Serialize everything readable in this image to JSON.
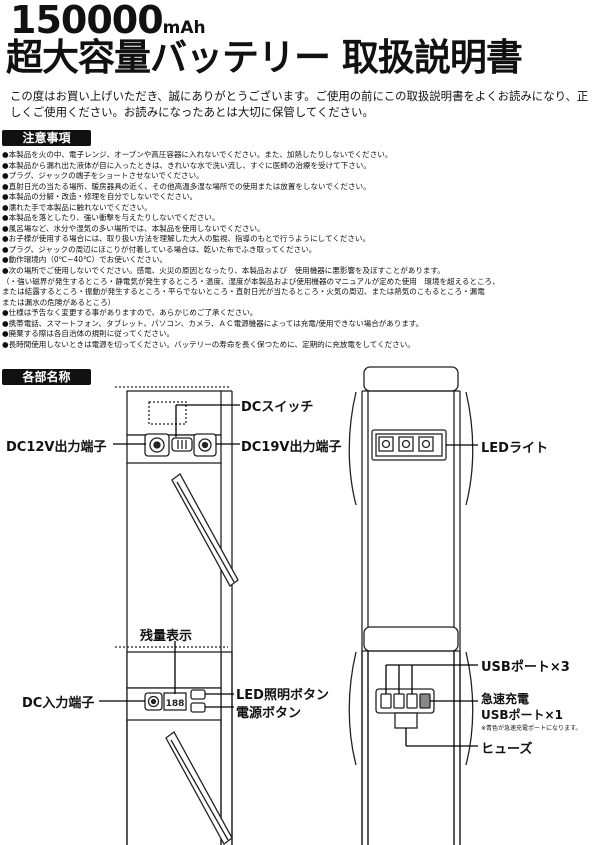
{
  "header": {
    "capacity": "150000",
    "unit": "mAh",
    "title": "超大容量バッテリー 取扱説明書"
  },
  "intro": "この度はお買い上げいただき、誠にありがとうございます。ご使用の前にこの取扱説明書をよくお読みになり、正しくご使用ください。お読みになったあとは大切に保管してください。",
  "sections": {
    "cautions": "注意事項",
    "parts": "各部名称"
  },
  "cautions": [
    "本製品を火の中、電子レンジ、オーブンや高圧容器に入れないでください。また、加熱したりしないでください。",
    "本製品から漏れ出た液体が目に入ったときは、きれいな水で洗い流し、すぐに医師の治療を受けて下さい。",
    "プラグ、ジャックの端子をショートさせないでください。",
    "直射日光の当たる場所、暖房器具の近く、その他高温多湿な場所での使用または放置をしないでください。",
    "本製品の分解・改造・修理を自分でしないでください。",
    "濡れた手で本製品に触れないでください。",
    "本製品を落としたり、強い衝撃を与えたりしないでください。",
    "風呂場など、水分や湿気の多い場所では、本製品を使用しないでください。",
    "お子様が使用する場合には、取り扱い方法を理解した大人の監視、指導のもとで行うようにしてください。",
    "プラグ、ジャックの周辺にほこりが付着している場合は、乾いた布でふき取ってください。",
    "動作環境内（0℃~40℃）でお使いください。",
    "次の場所でご使用しないでください。感電、火災の原因となったり、本製品および　使用機器に悪影響を及ぼすことがあります。\n（・強い磁界が発生するところ・静電気が発生するところ・温度、湿度が本製品および使用機器のマニュアルが定めた使用　環境を超えるところ、\nまたは結露するところ・振動が発生するところ・平らでないところ・直射日光が当たるところ・火気の周辺、または熱気のこもるところ・漏電\nまたは漏水の危険があるところ）",
    "仕様は予告なく変更する事がありますので、あらかじめご了承ください。",
    "携帯電話、スマートフォン、タブレット、パソコン、カメラ、ＡＣ電源機器によっては充電/使用できない場合があります。",
    "廃棄する際は各自治体の規則に従ってください。",
    "長時間使用しないときは電源を切ってください。バッテリーの寿命を長く保つために、定期的に充放電をしてください。"
  ],
  "labels": {
    "dc_switch": "DCスイッチ",
    "dc12v": "DC12V出力端子",
    "dc19v": "DC19V出力端子",
    "led_light": "LEDライト",
    "remaining": "残量表示",
    "dc_input": "DC入力端子",
    "led_button": "LED照明ボタン",
    "power_button": "電源ボタン",
    "usb_x3": "USBポート×3",
    "quick_charge_1": "急速充電",
    "quick_charge_2": "USBポート×1",
    "usb_note": "※青色が急速充電ポートになります。",
    "fuse": "ヒューズ",
    "display": "188"
  }
}
